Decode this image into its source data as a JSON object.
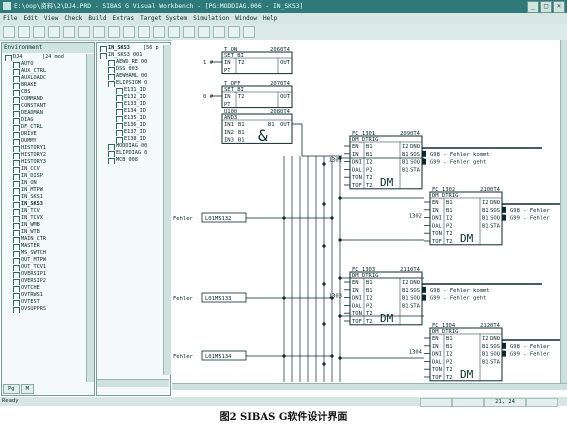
{
  "window": {
    "title": "E:\\oop\\资料\\2\\DJ4.PRD - SIBAS G Visual Workbench - [PG:MODDIAG.006 - IN_SKS3]",
    "controls": [
      "_",
      "□",
      "×"
    ]
  },
  "menu": [
    "File",
    "Edit",
    "View",
    "Check",
    "Build",
    "Extras",
    "Target System",
    "Simulation",
    "Window",
    "Help"
  ],
  "environment": {
    "title": "Environment",
    "root": "DJ4",
    "root_info": "[24 mod",
    "items": [
      "AUTO",
      "AUX_CTRL",
      "AUXLOADC",
      "BRAKE",
      "CBS",
      "COMMAND",
      "CONSTANT",
      "DEADMAN",
      "DIAG",
      "DF_CTRL",
      "DRIVE",
      "DUMMY",
      "HISTORY1",
      "HISTORY2",
      "HISTORY3",
      "IN_CCV",
      "IN_DISP",
      "IN_ON",
      "IN_MTPW",
      "IN_SKS1",
      "IN_SKS3",
      "IN_TCV",
      "IN_TCVX",
      "IN_WMB",
      "IN_WTB",
      "MAIN_CTR",
      "MASTER",
      "MS_SWTCH",
      "OUT_MTPW",
      "OUT_TCV1",
      "OVERSIP1",
      "OVERSIP2",
      "OVTCHE",
      "OVTRWS1",
      "OVTEST",
      "OVSUPPRS"
    ],
    "bold_item": "IN_SKS3",
    "tabs": [
      "Pg",
      "M"
    ]
  },
  "module_tree": {
    "header": "IN_SKS3",
    "header_info": "[56 p",
    "items": [
      "IN_SKS3 001",
      "AEWD_RE 00",
      "DSS 003",
      "AEWHAML 00",
      "ELIPSIOM 0",
      "E131_ID",
      "E132_ID",
      "E133_ID",
      "E134_ID",
      "E135_ID",
      "E136_ID",
      "E137_ID",
      "E138_ID",
      "MODDIAG 00",
      "ELIPDIAG 0",
      "MCB 008"
    ]
  },
  "diagram": {
    "blocks": [
      {
        "id": "t-on",
        "tag": "T_ON",
        "num": "2060T4",
        "fn": "SET_BI",
        "pins_left": [
          "IN",
          "PT"
        ],
        "pins_mid": [
          "T2",
          ""
        ],
        "pins_right": [
          "OUT",
          ""
        ],
        "input_const": "1 #"
      },
      {
        "id": "t-off",
        "tag": "T_OFF",
        "num": "2070T4",
        "fn": "SET_BI",
        "pins_left": [
          "IN",
          "PT"
        ],
        "pins_mid": [
          "T2",
          ""
        ],
        "pins_right": [
          "OUT",
          ""
        ],
        "input_const": "0 #"
      },
      {
        "id": "and",
        "tag": "U100",
        "num": "2080T4",
        "fn": "AND3",
        "pins_left": [
          "IN1",
          "IN2",
          "IN3"
        ],
        "pins_mid": [
          "B1",
          "B1",
          "B1"
        ],
        "pins_right": [
          "OUT",
          ""
        ],
        "symbol": "&"
      },
      {
        "id": "fc-1301",
        "tag": "FC_1301",
        "num": "2090T4",
        "fn": "DM_DTRIG",
        "pins_left": [
          "EN",
          "IN",
          "DNI",
          "DAL",
          "TON",
          "TOF"
        ],
        "pins_mid": [
          "B1",
          "B1",
          "I2",
          "P2",
          "T2",
          "T2"
        ],
        "pins_right": [
          "DNO",
          "SOS",
          "SOQ",
          "STA"
        ],
        "pins_right_mid": [
          "I2",
          "B1",
          "B1",
          "B1"
        ],
        "net": "1301",
        "symbol": "DM",
        "out1": "G98 - Fehler kommt",
        "out2": "G99 - Fehler geht"
      },
      {
        "id": "fc-1302",
        "tag": "FC_1302",
        "num": "2100T4",
        "fn": "DM_DTRIG",
        "pins_left": [
          "EN",
          "IN",
          "DNI",
          "DAL",
          "TON",
          "TOF"
        ],
        "pins_mid": [
          "B1",
          "B1",
          "I2",
          "P2",
          "T2",
          "T2"
        ],
        "pins_right": [
          "DNO",
          "SOS",
          "SOQ",
          "STA"
        ],
        "pins_right_mid": [
          "I2",
          "B1",
          "B1",
          "B1"
        ],
        "net": "1302",
        "symbol": "DM",
        "out1": "G98 - Fehler",
        "out2": "G99 - Fehler"
      },
      {
        "id": "fc-1303",
        "tag": "FC_1303",
        "num": "2110T4",
        "fn": "DM_DTRIG",
        "pins_left": [
          "EN",
          "IN",
          "DNI",
          "DAL",
          "TON",
          "TOF"
        ],
        "pins_mid": [
          "B1",
          "B1",
          "I2",
          "P2",
          "T2",
          "T2"
        ],
        "pins_right": [
          "DNO",
          "SOS",
          "SOQ",
          "STA"
        ],
        "pins_right_mid": [
          "I2",
          "B1",
          "B1",
          "B1"
        ],
        "net": "1303",
        "symbol": "DM",
        "out1": "G98 - Fehler kommt",
        "out2": "G99 - Fehler geht"
      },
      {
        "id": "fc-1304",
        "tag": "FC_1304",
        "num": "2120T4",
        "fn": "DM_DTRIG",
        "pins_left": [
          "EN",
          "IN",
          "DNI",
          "DAL",
          "TON",
          "TOF"
        ],
        "pins_mid": [
          "B1",
          "B1",
          "I2",
          "P2",
          "T2",
          "T2"
        ],
        "pins_right": [
          "DNO",
          "SOS",
          "SOQ",
          "STA"
        ],
        "pins_right_mid": [
          "I2",
          "B1",
          "B1",
          "B1"
        ],
        "net": "1304",
        "symbol": "DM",
        "out1": "G98 - Fehler",
        "out2": "G99 - Fehler"
      }
    ],
    "inputs": [
      {
        "prefix": "Fehler",
        "signal": "L01M5132"
      },
      {
        "prefix": "Fehler",
        "signal": "L01M5133"
      },
      {
        "prefix": "Fehler",
        "signal": "L01M5134"
      }
    ]
  },
  "status": {
    "left": "Ready",
    "pos": "21, 24"
  },
  "caption": "图2  SIBAS G软件设计界面"
}
